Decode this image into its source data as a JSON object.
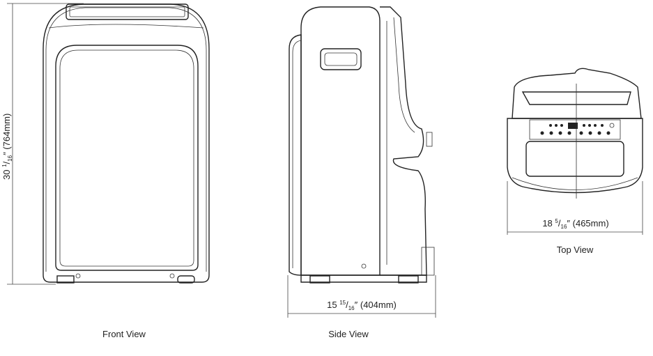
{
  "front_view": {
    "label": "Front View",
    "height_dimension": {
      "whole": "30",
      "numerator": "1",
      "denominator": "16",
      "inch_mark": "″",
      "metric": "(764mm)"
    }
  },
  "side_view": {
    "label": "Side View",
    "depth_dimension": {
      "whole": "15",
      "numerator": "15",
      "denominator": "16",
      "inch_mark": "″",
      "metric": "(404mm)"
    }
  },
  "top_view": {
    "label": "Top View",
    "width_dimension": {
      "whole": "18",
      "numerator": "5",
      "denominator": "16",
      "inch_mark": "″",
      "metric": "(465mm)"
    }
  }
}
